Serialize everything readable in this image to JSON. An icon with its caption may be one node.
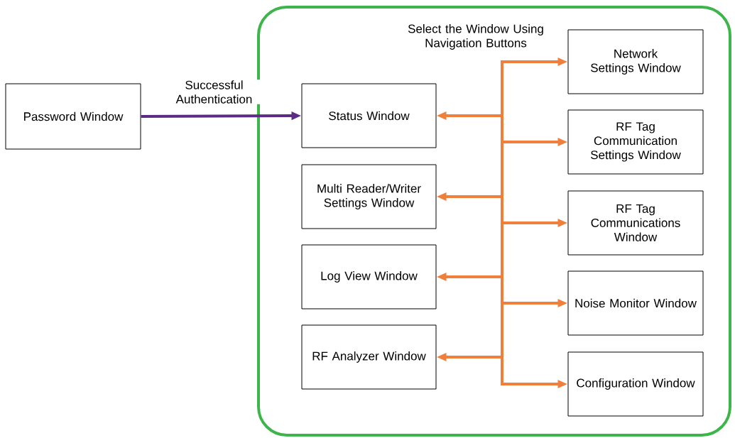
{
  "diagram": {
    "nodes": [
      {
        "text": [
          "Password Window"
        ]
      },
      {
        "text": [],
        "shape": "box"
      },
      {
        "text": [
          "Status Window"
        ],
        "in": 1
      },
      {
        "text": [
          "Multi Reader/Writer Settings Window"
        ],
        "in": 1
      },
      {
        "text": [
          "Log View Window"
        ],
        "in": 1
      },
      {
        "text": [
          "RF Analyzer Window"
        ],
        "in": 1
      },
      {
        "text": [
          "Network Settings Window"
        ],
        "in": 1
      },
      {
        "text": [
          "RF Tag Communication Settings Window"
        ],
        "in": 1
      },
      {
        "text": [
          "RF Tag Communications Window"
        ],
        "in": 1
      },
      {
        "text": [
          "Noise Monitor Window"
        ],
        "in": 1
      },
      {
        "text": [
          "Configuration Window"
        ],
        "in": 1
      }
    ],
    "edges": [
      {
        "from": 0,
        "to": 2,
        "arrow": "to",
        "label": "Successful Authentication",
        "color": "#5b2c83"
      },
      {
        "from": null,
        "to": 2,
        "arrow": "to"
      },
      {
        "from": null,
        "to": 3,
        "arrow": "to"
      },
      {
        "from": null,
        "to": 4,
        "arrow": "to"
      },
      {
        "from": null,
        "to": 5,
        "arrow": "to"
      },
      {
        "from": null,
        "to": 6,
        "arrow": "to"
      },
      {
        "from": null,
        "to": 7,
        "arrow": "to"
      },
      {
        "from": null,
        "to": 8,
        "arrow": "to"
      },
      {
        "from": null,
        "to": 9,
        "arrow": "to"
      },
      {
        "from": null,
        "to": 10,
        "arrow": "to"
      }
    ],
    "labels": [
      "Select the Window Using Navigation Buttons"
    ]
  }
}
